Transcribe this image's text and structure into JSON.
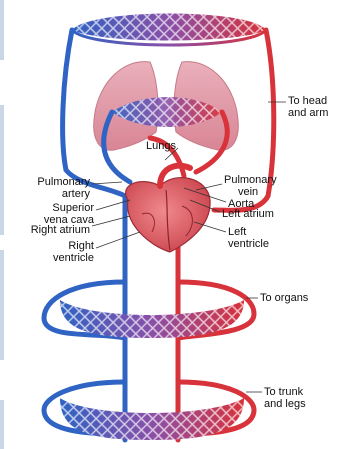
{
  "colors": {
    "artery": "#d8323a",
    "vein": "#2f63c4",
    "capillary_mix": "#8a4fa8",
    "lung": "#e6a0ad",
    "heart": "#d9565e",
    "leader": "#333333"
  },
  "labels": {
    "lungs": "Lungs",
    "pulmonary_artery": [
      "Pulmonary",
      "artery"
    ],
    "superior_vena_cava": [
      "Superior",
      "vena cava"
    ],
    "right_atrium": "Right atrium",
    "right_ventricle": [
      "Right",
      "ventricle"
    ],
    "pulmonary_vein": [
      "Pulmonary",
      "vein"
    ],
    "aorta": "Aorta",
    "left_atrium": "Left atrium",
    "left_ventricle": [
      "Left",
      "ventricle"
    ],
    "to_head": [
      "To head",
      "and arm"
    ],
    "to_organs": "To organs",
    "to_trunk": [
      "To trunk",
      "and legs"
    ]
  }
}
